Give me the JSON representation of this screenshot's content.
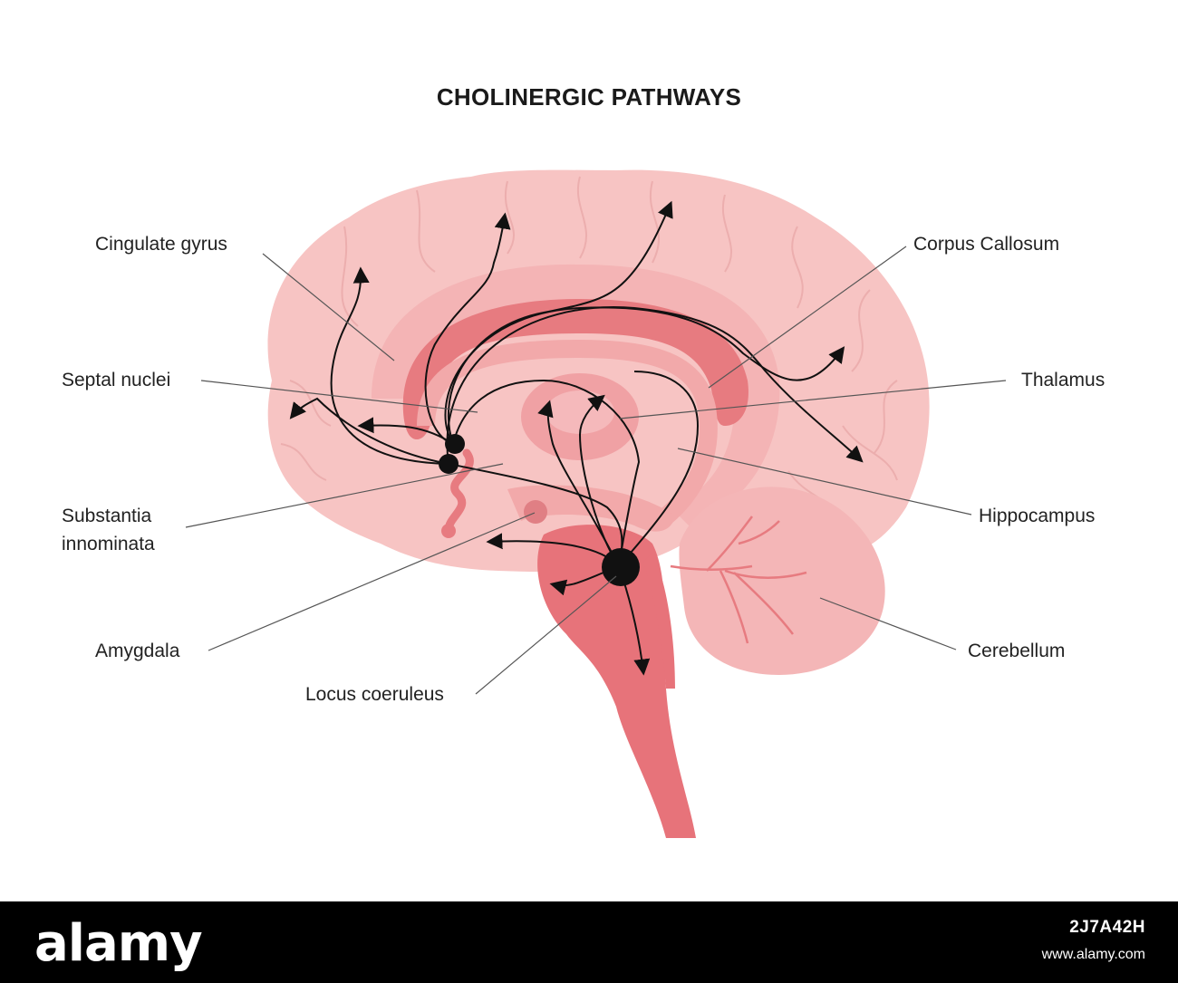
{
  "title": "CHOLINERGIC PATHWAYS",
  "labels": {
    "cingulate_gyrus": "Cingulate gyrus",
    "septal_nuclei": "Septal nuclei",
    "substantia_innominata_line1": "Substantia",
    "substantia_innominata_line2": "innominata",
    "amygdala": "Amygdala",
    "locus_coeruleus": "Locus coeruleus",
    "corpus_callosum": "Corpus Callosum",
    "thalamus": "Thalamus",
    "hippocampus": "Hippocampus",
    "cerebellum": "Cerebellum"
  },
  "colors": {
    "cortex": "#f7c4c3",
    "cortex_fold": "#eeb0b0",
    "inner_tissue": "#f2a9aa",
    "corpus_callosum": "#e77b80",
    "brainstem": "#e7737a",
    "thalamus": "#f0a1a4",
    "cerebellum": "#f4b6b7",
    "pathway": "#111111"
  },
  "footer": {
    "brand": "alamy",
    "image_id": "2J7A42H",
    "site": "www.alamy.com"
  }
}
